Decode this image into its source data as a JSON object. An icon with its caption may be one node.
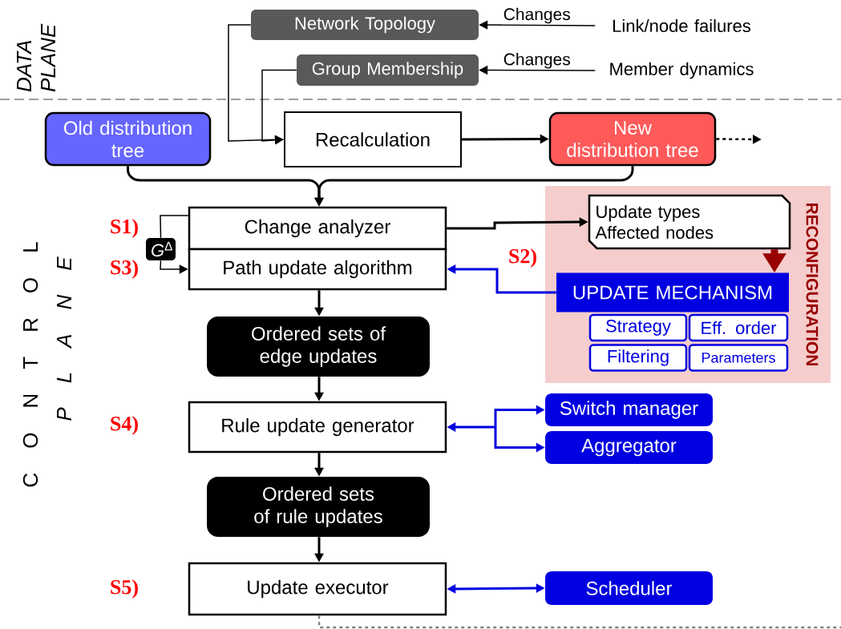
{
  "diagram": {
    "nodes": [
      {
        "text": [
          "Network Topology"
        ]
      },
      {
        "text": [
          "Group Membership"
        ]
      },
      {
        "text": [
          "Link/node failures"
        ]
      },
      {
        "text": [
          "Member dynamics"
        ]
      },
      {
        "text": [
          "Old distribution tree"
        ]
      },
      {
        "text": [
          "Recalculation"
        ]
      },
      {
        "text": [
          "New distribution tree"
        ]
      },
      {
        "text": [
          "Change analyzer"
        ]
      },
      {
        "text": [
          "Path update algorithm"
        ]
      },
      {
        "text": [
          "*G*$^{Δ}$"
        ]
      },
      {
        "text": [
          "RECONFIGURATION"
        ]
      },
      {
        "text": [
          "Update types",
          "Affected nodes"
        ],
        "in": 10
      },
      {
        "text": [
          "UPDATE MECHANISM"
        ],
        "in": 10
      },
      {
        "text": [
          "Strategy"
        ],
        "in": 10
      },
      {
        "text": [
          "Eff. order"
        ],
        "in": 10
      },
      {
        "text": [
          "Filtering"
        ],
        "in": 10
      },
      {
        "text": [
          "Parameters"
        ],
        "in": 10
      },
      {
        "text": [
          "Ordered sets of edge updates"
        ]
      },
      {
        "text": [
          "Rule update generator"
        ]
      },
      {
        "text": [
          "Switch manager"
        ]
      },
      {
        "text": [
          "Aggregator"
        ]
      },
      {
        "text": [
          "Ordered sets of rule updates"
        ]
      },
      {
        "text": [
          "Update executor"
        ]
      },
      {
        "text": [
          "Scheduler"
        ]
      }
    ],
    "edges": [
      {
        "from": 2,
        "to": 0,
        "arrow": "to",
        "label": "Changes"
      },
      {
        "from": 3,
        "to": 1,
        "arrow": "to",
        "label": "Changes"
      },
      {
        "from": 0,
        "to": 5,
        "arrow": "to"
      },
      {
        "from": 1,
        "to": 5,
        "arrow": "to"
      },
      {
        "from": 5,
        "to": 6,
        "arrow": "to"
      },
      {
        "from": 6,
        "to": null,
        "arrow": "to",
        "style": "dashed"
      },
      {
        "from": 4,
        "to": 7,
        "arrow": "to"
      },
      {
        "from": 6,
        "to": 7,
        "arrow": "to"
      },
      {
        "from": 7,
        "to": 9,
        "arrow": "none"
      },
      {
        "from": 9,
        "to": 8,
        "arrow": "to"
      },
      {
        "from": 7,
        "to": 11,
        "arrow": "to"
      },
      {
        "from": 11,
        "to": 12,
        "arrow": "to",
        "style": "thick",
        "color": "#990000"
      },
      {
        "from": 12,
        "to": 8,
        "arrow": "to",
        "color": "#0000e0"
      },
      {
        "from": 8,
        "to": 17,
        "arrow": "to"
      },
      {
        "from": 17,
        "to": 18,
        "arrow": "to"
      },
      {
        "from": 18,
        "to": 19,
        "arrow": "both",
        "color": "#0000e0"
      },
      {
        "from": 18,
        "to": 20,
        "arrow": "both",
        "color": "#0000e0"
      },
      {
        "from": 18,
        "to": 21,
        "arrow": "to"
      },
      {
        "from": 21,
        "to": 22,
        "arrow": "to"
      },
      {
        "from": 22,
        "to": 23,
        "arrow": "both",
        "color": "#0000e0"
      },
      {
        "from": 22,
        "to": null,
        "arrow": "none",
        "style": "dashed",
        "color": "#808080"
      }
    ],
    "labels": [
      "DATA PLANE",
      "C O N T R O L",
      "P L A N E",
      "S1)",
      "S3)",
      "S2)",
      "S4)",
      "S5)"
    ]
  }
}
